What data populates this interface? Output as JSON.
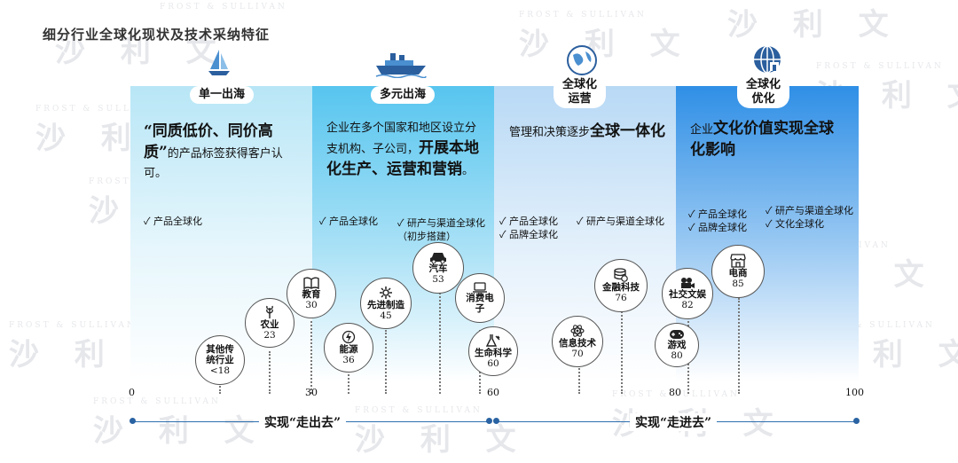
{
  "page_title": "细分行业全球化现状及技术采纳特征",
  "watermark": {
    "brand": "沙 利 文",
    "en": "FROST & SULLIVAN"
  },
  "stages": [
    {
      "label": "单一出海",
      "headline_pre": "",
      "headline_bold": "“同质低价、同价高质”",
      "headline_post": "的产品标签获得客户认可。",
      "bullets": [
        "✓ 产品全球化"
      ]
    },
    {
      "label": "多元出海",
      "headline_pre": "企业在多个国家和地区设立分支机构、子公司，",
      "headline_bold": "开展本地化生产、运营和营销",
      "headline_post": "。",
      "bullets": [
        "✓ 产品全球化",
        "✓ 研产与渠道全球化（初步搭建）"
      ]
    },
    {
      "label_l1": "全球化",
      "label_l2": "运营",
      "headline_pre": "管理和决策逐步",
      "headline_bold": "全球一体化",
      "headline_post": "",
      "bullets": [
        "✓ 产品全球化",
        "✓ 品牌全球化",
        "✓ 研产与渠道全球化"
      ]
    },
    {
      "label_l1": "全球化",
      "label_l2": "优化",
      "headline_pre": "企业",
      "headline_bold": "文化价值实现全球化影响",
      "headline_post": "",
      "bullets": [
        "✓ 产品全球化",
        "✓ 品牌全球化",
        "✓ 研产与渠道全球化",
        "✓ 文化全球化"
      ]
    }
  ],
  "industries": [
    {
      "name": "其他传统行业",
      "value": "<18",
      "icon": "none"
    },
    {
      "name": "农业",
      "value": "23",
      "icon": "wheat-icon"
    },
    {
      "name": "教育",
      "value": "30",
      "icon": "book-icon"
    },
    {
      "name": "能源",
      "value": "36",
      "icon": "energy-icon"
    },
    {
      "name": "先进制造",
      "value": "45",
      "icon": "gear-icon"
    },
    {
      "name": "汽车",
      "value": "53",
      "icon": "car-icon"
    },
    {
      "name": "消费电子",
      "value": "",
      "icon": "device-icon"
    },
    {
      "name": "生命科学",
      "value": "60",
      "icon": "lab-icon"
    },
    {
      "name": "信息技术",
      "value": "70",
      "icon": "atom-icon"
    },
    {
      "name": "金融科技",
      "value": "76",
      "icon": "coins-icon"
    },
    {
      "name": "游戏",
      "value": "80",
      "icon": "gamepad-icon"
    },
    {
      "name": "社交文娱",
      "value": "82",
      "icon": "camera-icon"
    },
    {
      "name": "电商",
      "value": "85",
      "icon": "shop-icon"
    }
  ],
  "axis": {
    "ticks": [
      "0",
      "30",
      "60",
      "80",
      "100"
    ]
  },
  "brackets": [
    {
      "label": "实现“走出去”"
    },
    {
      "label": "实现“走进去”"
    }
  ]
}
